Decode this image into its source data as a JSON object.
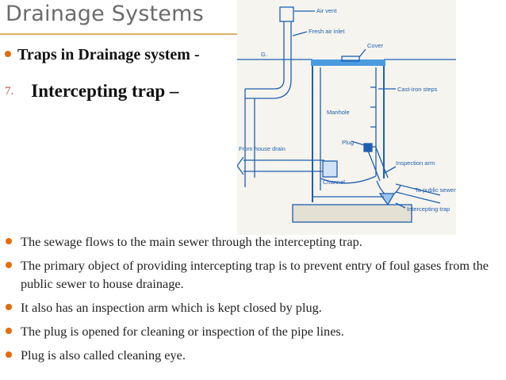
{
  "slide": {
    "title": "Drainage Systems",
    "subheading": "Traps in Drainage system -",
    "numbered_item": {
      "number": "7.",
      "label": "Intercepting trap –"
    },
    "accent_color": "#e46c0a",
    "line_color": "#1f5fb0"
  },
  "diagram": {
    "labels": {
      "air_vent": "Air vent",
      "fresh_air_inlet": "Fresh air inlet",
      "ground": "G.",
      "cover": "Cover",
      "cast_iron_steps": "Cast-iron steps",
      "manhole": "Manhole",
      "from_house_drain": "From house drain",
      "plug": "Plug",
      "inspection_arm": "Inspection arm",
      "channel": "Channel",
      "to_public_sewer": "To public sewer",
      "intercepting_trap": "Intercepting trap"
    }
  },
  "bullets": [
    "The sewage flows to the main sewer through the intercepting trap.",
    "The primary object of providing intercepting trap is to prevent entry of foul gases from the public sewer to house drainage.",
    "It also has an inspection arm which is kept closed by plug.",
    "The plug is opened for cleaning or inspection of the pipe lines.",
    "Plug is also called cleaning eye."
  ]
}
